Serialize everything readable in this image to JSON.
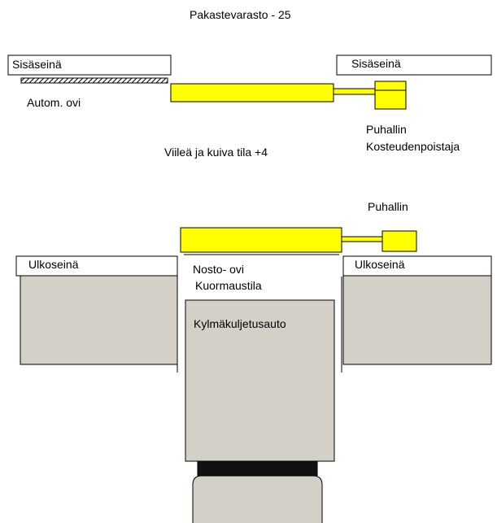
{
  "labels": {
    "title": "Pakastevarasto   - 25",
    "inner_wall_left": "Sisäseinä",
    "inner_wall_right": "Sisäseinä",
    "auto_door": "Autom. ovi",
    "fan_top": "Puhallin",
    "dehumidifier": "Kosteudenpoistaja",
    "cool_dry_room": "Viileä ja kuiva tila  +4",
    "fan_bottom": "Puhallin",
    "outer_wall_left": "Ulkoseinä",
    "outer_wall_right": "Ulkoseinä",
    "lift_door": "Nosto- ovi",
    "loading_area": "Kuormaustila",
    "truck": "Kylmäkuljetusauto"
  },
  "colors": {
    "yellow": "#ffff00",
    "gray": "#d4d0c8",
    "dark": "#111111",
    "line": "#000000"
  }
}
